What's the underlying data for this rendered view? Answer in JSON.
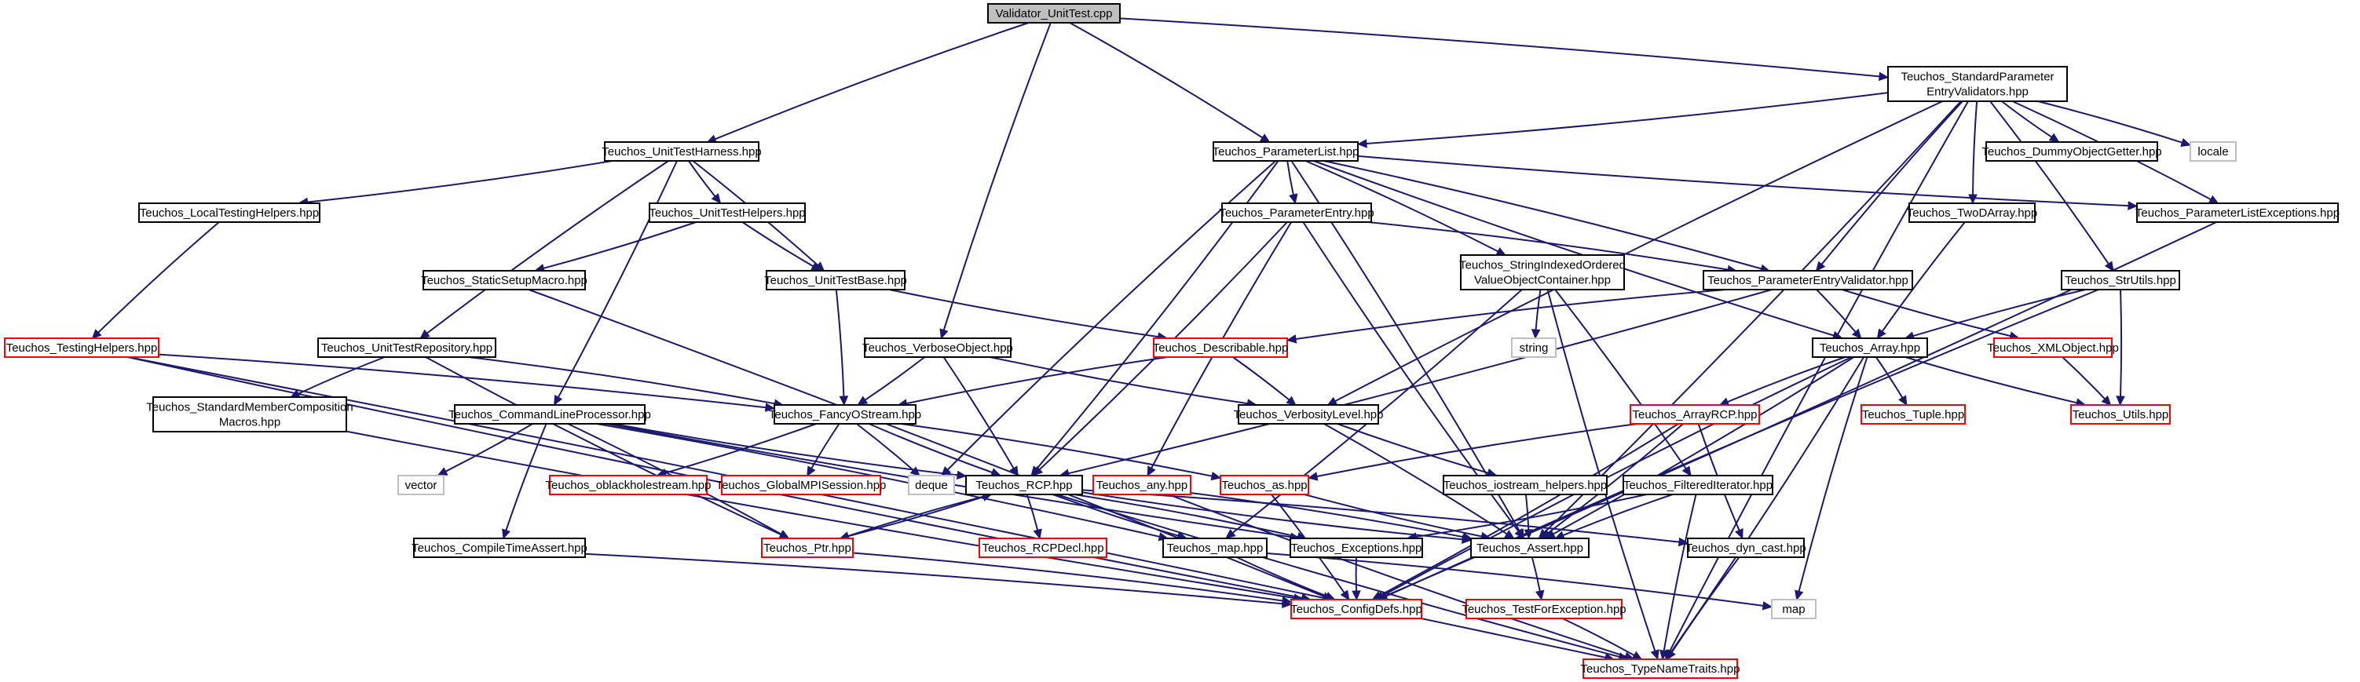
{
  "nodes": [
    {
      "id": "root",
      "lines": [
        "Validator_UnitTest.cpp"
      ],
      "style": "root"
    },
    {
      "id": "spev",
      "lines": [
        "Teuchos_StandardParameter",
        "EntryValidators.hpp"
      ],
      "style": "black"
    },
    {
      "id": "uth",
      "lines": [
        "Teuchos_UnitTestHarness.hpp"
      ],
      "style": "black"
    },
    {
      "id": "pl",
      "lines": [
        "Teuchos_ParameterList.hpp"
      ],
      "style": "black"
    },
    {
      "id": "dog",
      "lines": [
        "Teuchos_DummyObjectGetter.hpp"
      ],
      "style": "black"
    },
    {
      "id": "locale",
      "lines": [
        "locale"
      ],
      "style": "gray"
    },
    {
      "id": "lth",
      "lines": [
        "Teuchos_LocalTestingHelpers.hpp"
      ],
      "style": "black"
    },
    {
      "id": "uthelp",
      "lines": [
        "Teuchos_UnitTestHelpers.hpp"
      ],
      "style": "black"
    },
    {
      "id": "pe",
      "lines": [
        "Teuchos_ParameterEntry.hpp"
      ],
      "style": "black"
    },
    {
      "id": "ple",
      "lines": [
        "Teuchos_ParameterListExceptions.hpp"
      ],
      "style": "black"
    },
    {
      "id": "tda",
      "lines": [
        "Teuchos_TwoDArray.hpp"
      ],
      "style": "black"
    },
    {
      "id": "ssm",
      "lines": [
        "Teuchos_StaticSetupMacro.hpp"
      ],
      "style": "black"
    },
    {
      "id": "utb",
      "lines": [
        "Teuchos_UnitTestBase.hpp"
      ],
      "style": "black"
    },
    {
      "id": "sio",
      "lines": [
        "Teuchos_StringIndexedOrdered",
        "ValueObjectContainer.hpp"
      ],
      "style": "black"
    },
    {
      "id": "pev",
      "lines": [
        "Teuchos_ParameterEntryValidator.hpp"
      ],
      "style": "black"
    },
    {
      "id": "strutils",
      "lines": [
        "Teuchos_StrUtils.hpp"
      ],
      "style": "black"
    },
    {
      "id": "th",
      "lines": [
        "Teuchos_TestingHelpers.hpp"
      ],
      "style": "red"
    },
    {
      "id": "utr",
      "lines": [
        "Teuchos_UnitTestRepository.hpp"
      ],
      "style": "black"
    },
    {
      "id": "vo",
      "lines": [
        "Teuchos_VerboseObject.hpp"
      ],
      "style": "black"
    },
    {
      "id": "desc",
      "lines": [
        "Teuchos_Describable.hpp"
      ],
      "style": "red"
    },
    {
      "id": "string",
      "lines": [
        "string"
      ],
      "style": "gray"
    },
    {
      "id": "array",
      "lines": [
        "Teuchos_Array.hpp"
      ],
      "style": "black"
    },
    {
      "id": "xml",
      "lines": [
        "Teuchos_XMLObject.hpp"
      ],
      "style": "red"
    },
    {
      "id": "smc",
      "lines": [
        "Teuchos_StandardMemberComposition",
        "Macros.hpp"
      ],
      "style": "black"
    },
    {
      "id": "clp",
      "lines": [
        "Teuchos_CommandLineProcessor.hpp"
      ],
      "style": "black"
    },
    {
      "id": "fos",
      "lines": [
        "Teuchos_FancyOStream.hpp"
      ],
      "style": "black"
    },
    {
      "id": "vl",
      "lines": [
        "Teuchos_VerbosityLevel.hpp"
      ],
      "style": "black"
    },
    {
      "id": "arcp",
      "lines": [
        "Teuchos_ArrayRCP.hpp"
      ],
      "style": "red"
    },
    {
      "id": "tuple",
      "lines": [
        "Teuchos_Tuple.hpp"
      ],
      "style": "red"
    },
    {
      "id": "utils",
      "lines": [
        "Teuchos_Utils.hpp"
      ],
      "style": "red"
    },
    {
      "id": "vector",
      "lines": [
        "vector"
      ],
      "style": "gray"
    },
    {
      "id": "obh",
      "lines": [
        "Teuchos_oblackholestream.hpp"
      ],
      "style": "red"
    },
    {
      "id": "gmpi",
      "lines": [
        "Teuchos_GlobalMPISession.hpp"
      ],
      "style": "red"
    },
    {
      "id": "deque",
      "lines": [
        "deque"
      ],
      "style": "gray"
    },
    {
      "id": "rcp",
      "lines": [
        "Teuchos_RCP.hpp"
      ],
      "style": "black"
    },
    {
      "id": "any",
      "lines": [
        "Teuchos_any.hpp"
      ],
      "style": "red"
    },
    {
      "id": "as",
      "lines": [
        "Teuchos_as.hpp"
      ],
      "style": "red"
    },
    {
      "id": "ioh",
      "lines": [
        "Teuchos_iostream_helpers.hpp"
      ],
      "style": "black"
    },
    {
      "id": "fi",
      "lines": [
        "Teuchos_FilteredIterator.hpp"
      ],
      "style": "black"
    },
    {
      "id": "cta",
      "lines": [
        "Teuchos_CompileTimeAssert.hpp"
      ],
      "style": "black"
    },
    {
      "id": "ptr",
      "lines": [
        "Teuchos_Ptr.hpp"
      ],
      "style": "red"
    },
    {
      "id": "rcpdecl",
      "lines": [
        "Teuchos_RCPDecl.hpp"
      ],
      "style": "red"
    },
    {
      "id": "map",
      "lines": [
        "Teuchos_map.hpp"
      ],
      "style": "black"
    },
    {
      "id": "exc",
      "lines": [
        "Teuchos_Exceptions.hpp"
      ],
      "style": "black"
    },
    {
      "id": "assert",
      "lines": [
        "Teuchos_Assert.hpp"
      ],
      "style": "black"
    },
    {
      "id": "dyn",
      "lines": [
        "Teuchos_dyn_cast.hpp"
      ],
      "style": "black"
    },
    {
      "id": "cfg",
      "lines": [
        "Teuchos_ConfigDefs.hpp"
      ],
      "style": "red"
    },
    {
      "id": "tfe",
      "lines": [
        "Teuchos_TestForException.hpp"
      ],
      "style": "red"
    },
    {
      "id": "mapstd",
      "lines": [
        "map"
      ],
      "style": "gray"
    },
    {
      "id": "tnt",
      "lines": [
        "Teuchos_TypeNameTraits.hpp"
      ],
      "style": "red"
    }
  ],
  "edges": [
    [
      "root",
      "spev"
    ],
    [
      "root",
      "uth"
    ],
    [
      "root",
      "pl"
    ],
    [
      "root",
      "vo"
    ],
    [
      "spev",
      "pl"
    ],
    [
      "spev",
      "dog"
    ],
    [
      "spev",
      "locale"
    ],
    [
      "spev",
      "tda"
    ],
    [
      "spev",
      "ple"
    ],
    [
      "spev",
      "pev"
    ],
    [
      "spev",
      "strutils"
    ],
    [
      "spev",
      "vl"
    ],
    [
      "spev",
      "assert"
    ],
    [
      "spev",
      "tnt"
    ],
    [
      "uth",
      "lth"
    ],
    [
      "uth",
      "uthelp"
    ],
    [
      "uth",
      "utb"
    ],
    [
      "uth",
      "utr"
    ],
    [
      "uth",
      "clp"
    ],
    [
      "pl",
      "pe"
    ],
    [
      "pl",
      "sio"
    ],
    [
      "pl",
      "ple"
    ],
    [
      "pl",
      "pev"
    ],
    [
      "pl",
      "array"
    ],
    [
      "pl",
      "rcp"
    ],
    [
      "pl",
      "deque"
    ],
    [
      "pl",
      "assert"
    ],
    [
      "lth",
      "th"
    ],
    [
      "uthelp",
      "ssm"
    ],
    [
      "uthelp",
      "utb"
    ],
    [
      "pe",
      "pev"
    ],
    [
      "pe",
      "any"
    ],
    [
      "pe",
      "rcp"
    ],
    [
      "pe",
      "assert"
    ],
    [
      "ple",
      "cfg"
    ],
    [
      "tda",
      "array"
    ],
    [
      "ssm",
      "cfg"
    ],
    [
      "utb",
      "desc"
    ],
    [
      "utb",
      "fos"
    ],
    [
      "sio",
      "string"
    ],
    [
      "sio",
      "fi"
    ],
    [
      "sio",
      "tnt"
    ],
    [
      "sio",
      "map"
    ],
    [
      "pev",
      "desc"
    ],
    [
      "pev",
      "array"
    ],
    [
      "pev",
      "xml"
    ],
    [
      "pev",
      "rcp"
    ],
    [
      "strutils",
      "array"
    ],
    [
      "strutils",
      "utils"
    ],
    [
      "strutils",
      "cfg"
    ],
    [
      "th",
      "fos"
    ],
    [
      "th",
      "cfg"
    ],
    [
      "th",
      "tnt"
    ],
    [
      "utr",
      "smc"
    ],
    [
      "utr",
      "fos"
    ],
    [
      "utr",
      "ptr"
    ],
    [
      "vo",
      "fos"
    ],
    [
      "vo",
      "vl"
    ],
    [
      "vo",
      "rcp"
    ],
    [
      "desc",
      "fos"
    ],
    [
      "desc",
      "vl"
    ],
    [
      "array",
      "arcp"
    ],
    [
      "array",
      "tuple"
    ],
    [
      "array",
      "utils"
    ],
    [
      "array",
      "assert"
    ],
    [
      "array",
      "cfg"
    ],
    [
      "array",
      "tnt"
    ],
    [
      "array",
      "mapstd"
    ],
    [
      "xml",
      "utils"
    ],
    [
      "smc",
      "cfg"
    ],
    [
      "clp",
      "vector"
    ],
    [
      "clp",
      "cta"
    ],
    [
      "clp",
      "ptr"
    ],
    [
      "clp",
      "rcp"
    ],
    [
      "clp",
      "map"
    ],
    [
      "clp",
      "exc"
    ],
    [
      "fos",
      "obh"
    ],
    [
      "fos",
      "gmpi"
    ],
    [
      "fos",
      "deque"
    ],
    [
      "fos",
      "rcp"
    ],
    [
      "fos",
      "as"
    ],
    [
      "vl",
      "ioh"
    ],
    [
      "vl",
      "assert"
    ],
    [
      "arcp",
      "as"
    ],
    [
      "arcp",
      "assert"
    ],
    [
      "arcp",
      "dyn"
    ],
    [
      "arcp",
      "cfg"
    ],
    [
      "rcp",
      "ptr"
    ],
    [
      "rcp",
      "rcpdecl"
    ],
    [
      "rcp",
      "map"
    ],
    [
      "rcp",
      "exc"
    ],
    [
      "rcp",
      "assert"
    ],
    [
      "rcp",
      "dyn"
    ],
    [
      "rcp",
      "tnt"
    ],
    [
      "any",
      "assert"
    ],
    [
      "any",
      "tnt"
    ],
    [
      "as",
      "cfg"
    ],
    [
      "as",
      "assert"
    ],
    [
      "ioh",
      "assert"
    ],
    [
      "fi",
      "assert"
    ],
    [
      "fi",
      "exc"
    ],
    [
      "fi",
      "tnt"
    ],
    [
      "cta",
      "cfg"
    ],
    [
      "ptr",
      "rcp"
    ],
    [
      "ptr",
      "cfg"
    ],
    [
      "map",
      "cfg"
    ],
    [
      "map",
      "mapstd"
    ],
    [
      "exc",
      "cfg"
    ],
    [
      "assert",
      "tfe"
    ],
    [
      "dyn",
      "tnt"
    ],
    [
      "tfe",
      "tnt"
    ]
  ]
}
